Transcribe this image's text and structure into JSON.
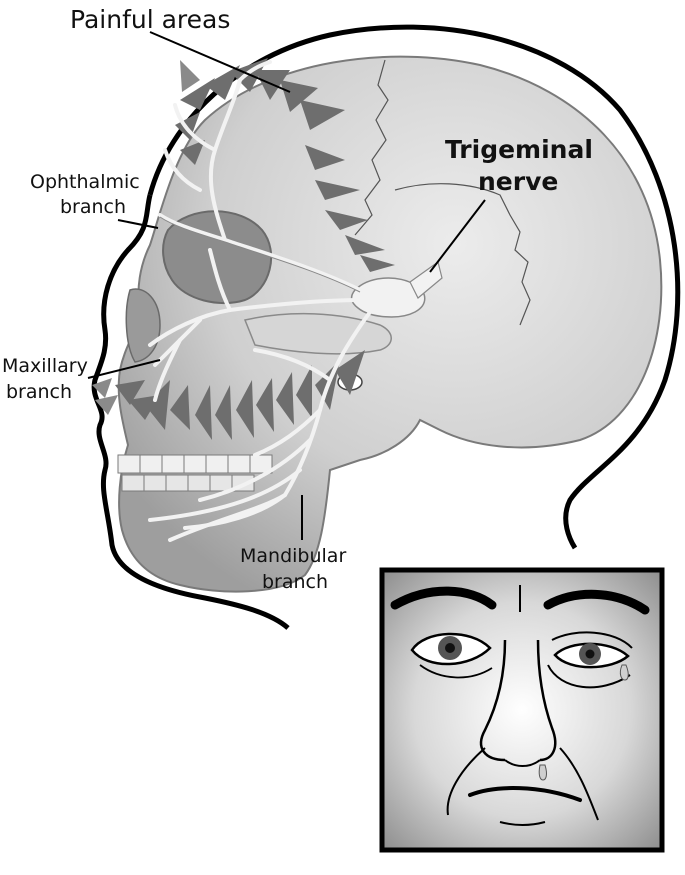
{
  "labels": {
    "painful_areas": "Painful areas",
    "ophthalmic_line1": "Ophthalmic",
    "ophthalmic_line2": "branch",
    "trigeminal_line1": "Trigeminal",
    "trigeminal_line2": "nerve",
    "maxillary_line1": "Maxillary",
    "maxillary_line2": "branch",
    "mandibular_line1": "Mandibular",
    "mandibular_line2": "branch"
  },
  "colors": {
    "outline": "#000000",
    "skull_light": "#e2e2e2",
    "skull_mid": "#bdbdbd",
    "skull_dark": "#8a8a8a",
    "pain_zone": "#6e6e6e",
    "nerve": "#f2f2f2",
    "inset_bg_center": "#ffffff",
    "inset_bg_edge": "#9a9a9a"
  }
}
